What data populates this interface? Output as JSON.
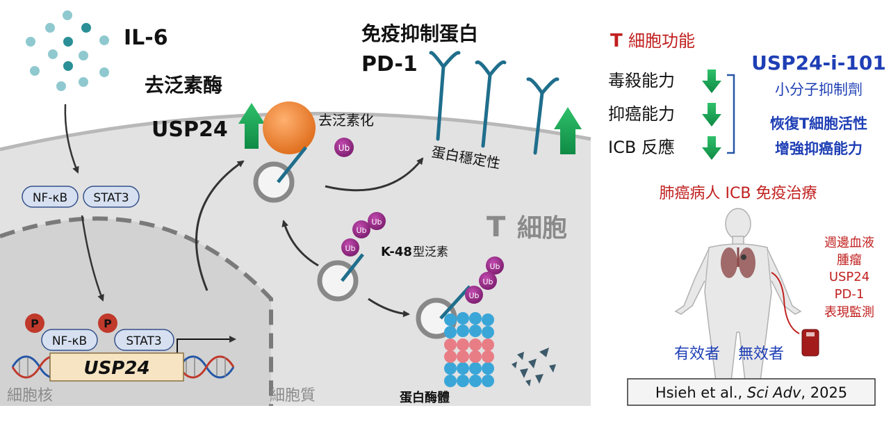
{
  "left_panel": {
    "il6": "IL-6",
    "dub_title": "去泛素酶",
    "usp24_label": "USP24",
    "deubiq_label": "去泛素化",
    "ub": "Ub",
    "checkpoint_title": "免疫抑制蛋白",
    "pd1": "PD-1",
    "protein_stability": "蛋白穩定性",
    "nfkb": "NF-κB",
    "stat3": "STAT3",
    "p": "P",
    "gene": "USP24",
    "k48": "K-48",
    "k48_suffix": "型泛素",
    "t_cell_t": "T",
    "t_cell_cn": "細胞",
    "proteasome": "蛋白酶體",
    "nucleus": "細胞核",
    "cytoplasm": "細胞質"
  },
  "right_panel": {
    "t_function_t": "T",
    "t_function_rest": "細胞功能",
    "functions": [
      "毒殺能力",
      "抑癌能力",
      "ICB 反應"
    ],
    "drug_name": "USP24-i-101",
    "drug_type": "小分子抑制劑",
    "effect_1": "恢復T細胞活性",
    "effect_2": "增強抑癌能力",
    "therapy_title": "肺癌病人 ICB 免疫治療",
    "monitor_lines": [
      "週邊血液",
      "腫瘤",
      "USP24",
      "PD-1",
      "表現監測"
    ],
    "responder": "有效者",
    "non_responder": "無效者",
    "citation_authors": "Hsieh et al., ",
    "citation_journal": "Sci Adv",
    "citation_year": ", 2025"
  },
  "colors": {
    "teal": "#1f6e8c",
    "green_arrow": "#27a95b",
    "orange": "#f28a3a",
    "ub_purple": "#9c2a8c",
    "red_title": "#c0201f",
    "blue_title": "#1f3fb5",
    "p_red": "#c0392b",
    "pill": "#d6e0f0"
  }
}
